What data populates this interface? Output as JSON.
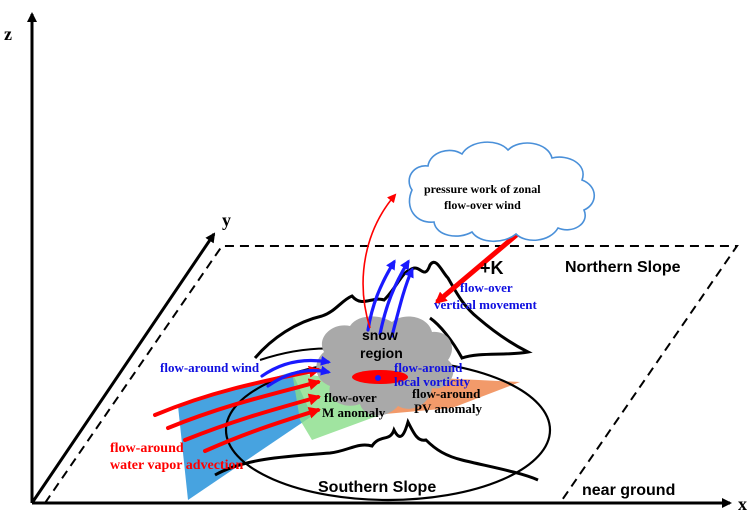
{
  "axes": {
    "z": "z",
    "y": "y",
    "x": "x"
  },
  "labels": {
    "northern_slope": "Northern Slope",
    "southern_slope": "Southern Slope",
    "near_ground": "near ground",
    "plus_k": "+K",
    "cloud_line1": "pressure work of zonal",
    "cloud_line2": "flow-over wind",
    "flow_over_vertical_line1": "flow-over",
    "flow_over_vertical_line2": "vertical movement",
    "snow_region_line1": "snow",
    "snow_region_line2": "region",
    "flow_around_wind": "flow-around wind",
    "flow_around_vorticity_line1": "flow-around",
    "flow_around_vorticity_line2": "local vorticity",
    "flow_over_m_line1": "flow-over",
    "flow_over_m_line2": "M anomaly",
    "flow_around_pv_line1": "flow-around",
    "flow_around_pv_line2": "PV anomaly",
    "water_vapor_line1": "flow-around",
    "water_vapor_line2": "water vapor advection"
  },
  "colors": {
    "red": "#ff0000",
    "blue": "#1a1aff",
    "blue_text": "#1010e0",
    "cyan_band": "#3399dd",
    "green_band": "#88dd88",
    "orange_band": "#f08850",
    "gray_snow": "#a9a9a9",
    "cloud_stroke": "#4a90d9",
    "black": "#000000"
  }
}
